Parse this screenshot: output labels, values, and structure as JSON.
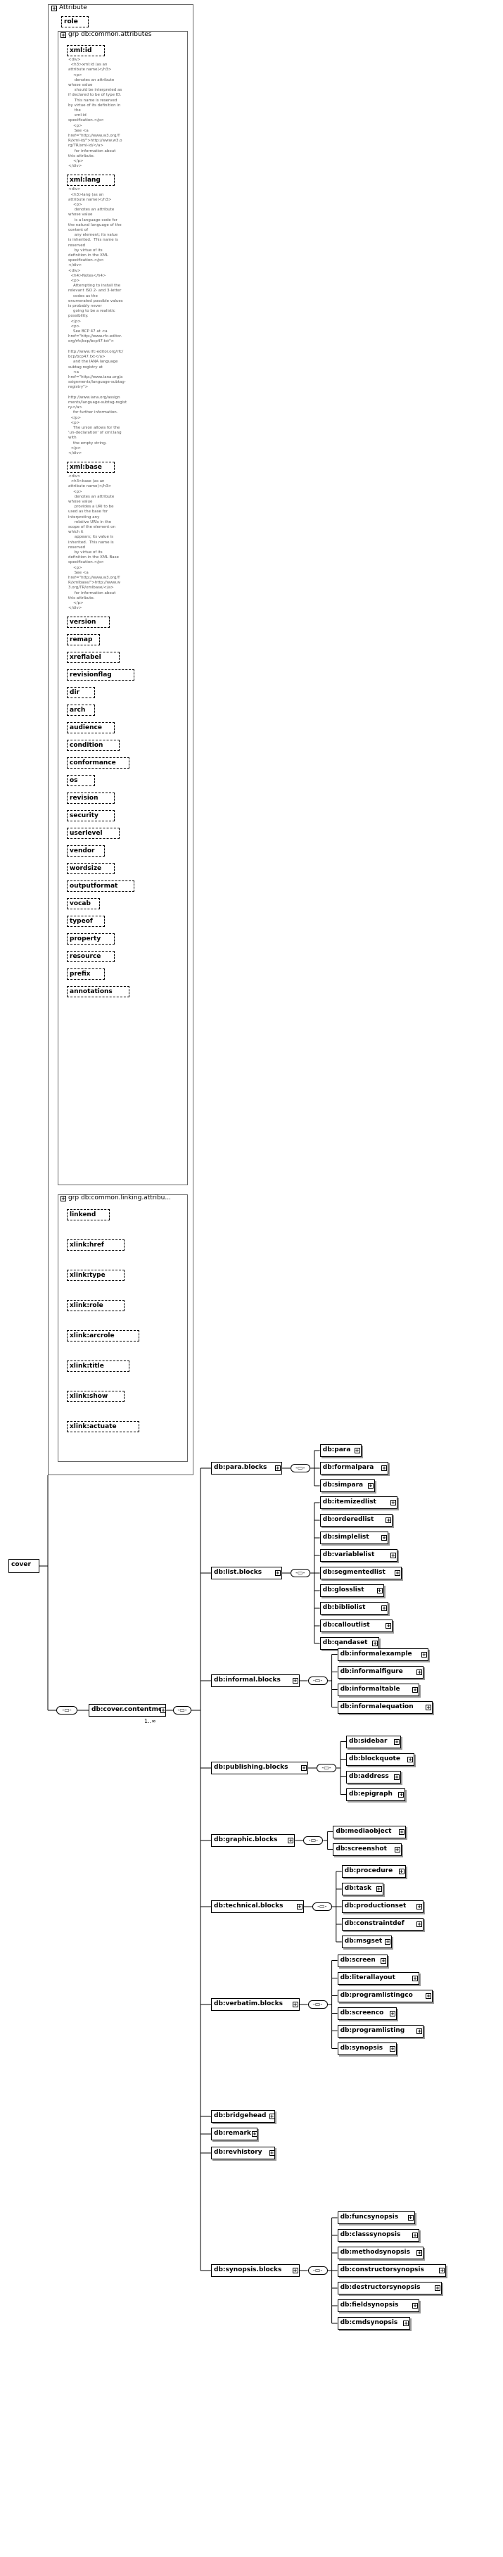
{
  "root": {
    "label": "cover"
  },
  "attributes_group": {
    "title": "Attribute",
    "role_label": "role",
    "common_attributes": {
      "title": "grp  db:common.attributes",
      "items": [
        {
          "label": "xml:id",
          "doc": "<div>\n  <h3>xml:id (as an\nattribute name)</h3>\n    <p>\n     denotes an attribute\nwhose value\n     should be interpreted as\nif declared to be of type ID.\n     This name is reserved\nby virtue of its definition in\n     the\n     xml:id\nspecification.</p>\n    <p>\n     See <a\nhref=\"http://www.w3.org/T\nR/xml-id/\">http://www.w3.o\nrg/TR/xml-id/</a>\n     for information about\nthis attribute.\n    </p>\n</div>"
        },
        {
          "label": "xml:lang",
          "doc": "<div>\n  <h3>lang (as an\nattribute name)</h3>\n    <p>\n     denotes an attribute\nwhose value\n     is a language code for\nthe natural language of the\ncontent of\n     any element; its value\nis inherited.  This name is\nreserved\n     by virtue of its\ndefinition in the XML\nspecification.</p>\n</div>\n<div>\n  <h4>Notes</h4>\n  <p>\n    Attempting to install the\nrelevant ISO 2- and 3-letter\n    codes as the\nenumerated possible values\nis probably never\n    going to be a realistic\npossibility.\n  </p>\n  <p>\n    See BCP 47 at <a\nhref=\"http://www.rfc-editor.\norg/rfc/bcp/bcp47.txt\">\n\nhttp://www.rfc-editor.org/rfc/\nbcp/bcp47.txt</a>\n    and the IANA language\nsubtag registry at\n    <a\nhref=\"http://www.iana.org/a\nssignments/language-subtag-\nregistry\">\n\nhttp://www.iana.org/assign\nments/language-subtag-regist\nry</a>\n    for further information.\n  </p>\n  <p>\n    The union allows for the\n'un-declaration' of xml:lang\nwith\n    the empty string.\n  </p>\n</div>"
        },
        {
          "label": "xml:base",
          "doc": "<div>\n  <h3>base (as an\nattribute name)</h3>\n    <p>\n     denotes an attribute\nwhose value\n     provides a URI to be\nused as the base for\ninterpreting any\n     relative URIs in the\nscope of the element on\nwhich it\n     appears; its value is\ninherited.  This name is\nreserved\n     by virtue of its\ndefinition in the XML Base\nspecification.</p>\n    <p>\n     See <a\nhref=\"http://www.w3.org/T\nR/xmlbase/\">http://www.w\n3.org/TR/xmlbase/</a>\n     for information about\nthis attribute.\n    </p>\n</div>"
        },
        {
          "label": "version"
        },
        {
          "label": "remap"
        },
        {
          "label": "xreflabel"
        },
        {
          "label": "revisionflag"
        },
        {
          "label": "dir"
        },
        {
          "label": "arch"
        },
        {
          "label": "audience"
        },
        {
          "label": "condition"
        },
        {
          "label": "conformance"
        },
        {
          "label": "os"
        },
        {
          "label": "revision"
        },
        {
          "label": "security"
        },
        {
          "label": "userlevel"
        },
        {
          "label": "vendor"
        },
        {
          "label": "wordsize"
        },
        {
          "label": "outputformat"
        },
        {
          "label": "vocab"
        },
        {
          "label": "typeof"
        },
        {
          "label": "property"
        },
        {
          "label": "resource"
        },
        {
          "label": "prefix"
        },
        {
          "label": "annotations"
        }
      ]
    },
    "linking_attributes": {
      "title": "grp  db:common.linking.attribu...",
      "items": [
        {
          "label": "linkend"
        },
        {
          "label": "xlink:href"
        },
        {
          "label": "xlink:type"
        },
        {
          "label": "xlink:role"
        },
        {
          "label": "xlink:arcrole"
        },
        {
          "label": "xlink:title"
        },
        {
          "label": "xlink:show"
        },
        {
          "label": "xlink:actuate"
        }
      ]
    }
  },
  "content_model": {
    "label": "db:cover.contentmodel",
    "occurrence": "1..∞",
    "groups": [
      {
        "label": "db:para.blocks",
        "items": [
          "db:para",
          "db:formalpara",
          "db:simpara"
        ]
      },
      {
        "label": "db:list.blocks",
        "items": [
          "db:itemizedlist",
          "db:orderedlist",
          "db:simplelist",
          "db:variablelist",
          "db:segmentedlist",
          "db:glosslist",
          "db:bibliolist",
          "db:calloutlist",
          "db:qandaset"
        ]
      },
      {
        "label": "db:informal.blocks",
        "items": [
          "db:informalexample",
          "db:informalfigure",
          "db:informaltable",
          "db:informalequation"
        ]
      },
      {
        "label": "db:publishing.blocks",
        "items": [
          "db:sidebar",
          "db:blockquote",
          "db:address",
          "db:epigraph"
        ]
      },
      {
        "label": "db:graphic.blocks",
        "items": [
          "db:mediaobject",
          "db:screenshot"
        ]
      },
      {
        "label": "db:technical.blocks",
        "items": [
          "db:procedure",
          "db:task",
          "db:productionset",
          "db:constraintdef",
          "db:msgset"
        ]
      },
      {
        "label": "db:verbatim.blocks",
        "items": [
          "db:screen",
          "db:literallayout",
          "db:programlistingco",
          "db:screenco",
          "db:programlisting",
          "db:synopsis"
        ]
      },
      {
        "label": "db:bridgehead",
        "items": []
      },
      {
        "label": "db:remark",
        "items": []
      },
      {
        "label": "db:revhistory",
        "items": []
      },
      {
        "label": "db:synopsis.blocks",
        "items": [
          "db:funcsynopsis",
          "db:classsynopsis",
          "db:methodsynopsis",
          "db:constructorsynopsis",
          "db:destructorsynopsis",
          "db:fieldsynopsis",
          "db:cmdsynopsis"
        ]
      }
    ]
  }
}
